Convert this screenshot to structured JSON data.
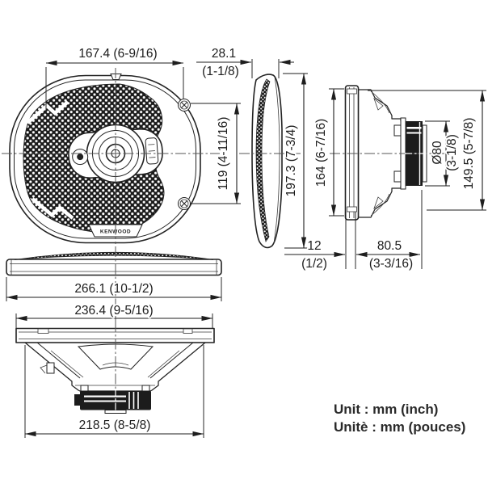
{
  "labels": {
    "brand": "KENWOOD",
    "unit_english": "Unit : mm (inch)",
    "unit_french": "Unitè : mm (pouces)"
  },
  "dims": {
    "mounting_hole_width": "167.4 (6-9/16)",
    "grille_depth_mm": "28.1",
    "grille_depth_in": "(1-1/8)",
    "mounting_hole_height": "119 (4-11/16)",
    "grille_height": "197.3 (7-3/4)",
    "frame_height": "164 (6-7/16)",
    "magnet_dia_mm": "Ø80",
    "magnet_dia_in": "(3-1/8)",
    "body_height": "149.5 (5-7/8)",
    "flange_thickness_mm": "12",
    "flange_thickness_in": "(1/2)",
    "mounting_depth_mm": "80.5",
    "mounting_depth_in": "(3-3/16)",
    "grille_width": "266.1 (10-1/2)",
    "frame_width": "236.4 (9-5/16)",
    "basket_width": "218.5 (8-5/8)"
  }
}
